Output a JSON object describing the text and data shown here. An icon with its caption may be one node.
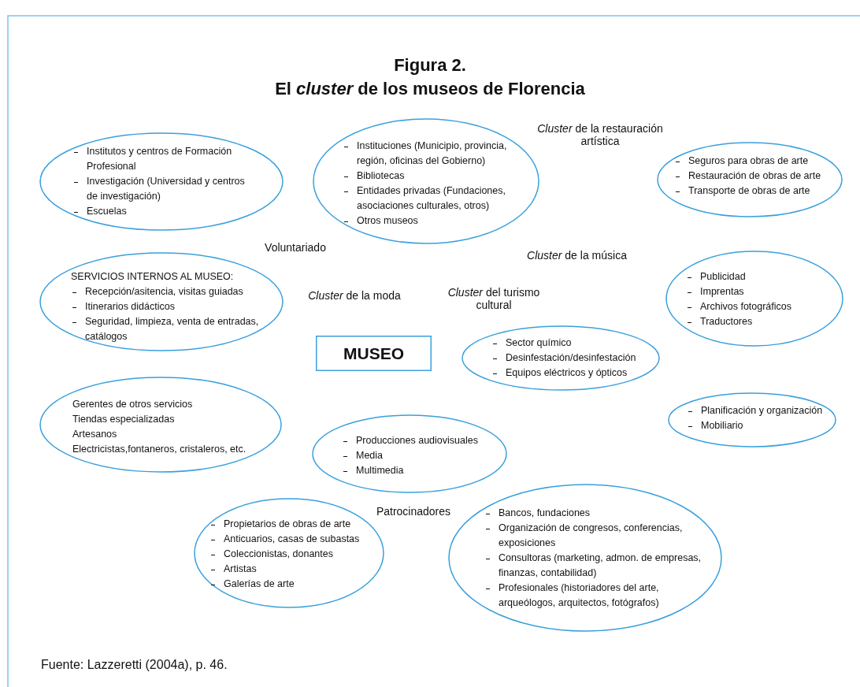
{
  "diagram": {
    "title": "Figura 2.",
    "caption": "Fuente: Lazzeretti (2004a), p. 46.",
    "nodes": [
      {
        "text": [
          "Institutos y centros de Formación Profesional",
          "Investigación (Universidad y centros de investigación)",
          "Escuelas"
        ]
      },
      {
        "text": [
          "Instituciones (Municipio, provincia, región, oficinas del Gobierno)",
          "Bibliotecas",
          "Entidades privadas (Fundaciones, asociaciones culturales, otros)",
          "Otros museos"
        ]
      },
      {
        "text": [
          "Seguros para obras de arte",
          "Restauración de obras de arte",
          "Transporte de obras de arte"
        ]
      },
      {
        "text": [
          "SERVICIOS INTERNOS AL MUSEO:",
          "Recepción/asitencia, visitas guiadas",
          "Itinerarios didácticos",
          "Seguridad, limpieza, venta de entradas, catálogos"
        ]
      },
      {
        "text": [
          "Publicidad",
          "Imprentas",
          "Archivos fotográficos",
          "Traductores"
        ]
      },
      {
        "text": [
          "MUSEO"
        ]
      },
      {
        "text": [
          "Sector químico",
          "Desinfestación/desinfestación",
          "Equipos eléctricos y ópticos"
        ]
      },
      {
        "text": [
          "Gerentes de otros servicios",
          "Tiendas especializadas",
          "Artesanos",
          "Electricistas,fontaneros, cristaleros, etc."
        ]
      },
      {
        "text": [
          "Planificación y organización",
          "Mobiliario"
        ]
      },
      {
        "text": [
          "Producciones audiovisuales",
          "Media",
          "Multimedia"
        ]
      },
      {
        "text": [
          "Propietarios de obras de arte",
          "Anticuarios, casas de subastas",
          "Coleccionistas, donantes",
          "Artistas",
          "Galerías de arte"
        ]
      },
      {
        "text": [
          "Bancos, fundaciones",
          "Organización de congresos, conferencias, exposiciones",
          "Consultoras (marketing, admon. de empresas, finanzas, contabilidad)",
          "Profesionales (historiadores del arte, arqueólogos, arquitectos, fotógrafos)"
        ]
      }
    ],
    "labels": [
      "El *cluster* de los museos de Florencia",
      "*Cluster* de la restauración artística",
      "Voluntariado",
      "*Cluster* de la música",
      "*Cluster* de la moda",
      "*Cluster* del turismo cultural",
      "Patrocinadores"
    ]
  }
}
